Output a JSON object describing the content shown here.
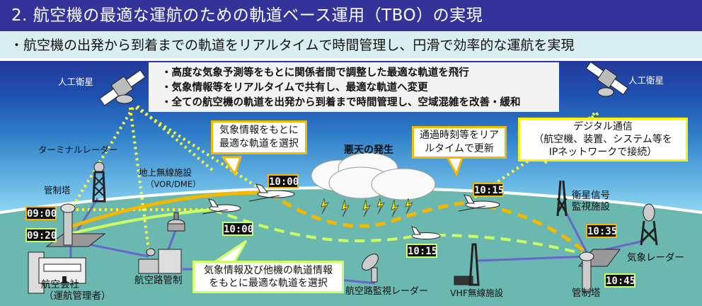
{
  "header": {
    "title": "2. 航空機の最適な運航のための軌道ベース運用（TBO）の実現",
    "subtitle": "・航空機の出発から到着までの軌道をリアルタイムで時間管理し、円滑で効率的な運航を実現"
  },
  "summary_box": {
    "bullets": [
      "・高度な気象予測等をもとに関係者間で調整した最適な軌道を飛行",
      "・気象情報等をリアルタイムで共有し、最適な軌道へ変更",
      "・全ての航空機の軌道を出発から到着まで時間管理し、空域混雑を改善・緩和"
    ]
  },
  "labels": {
    "satellite_left": "人工衛星",
    "satellite_right": "人工衛星",
    "terminal_radar": "ターミナルレーダー",
    "ground_radio_line1": "地上無線施設",
    "ground_radio_line2": "（VOR/DME）",
    "control_tower_left": "管制塔",
    "airline_line1": "航空会社",
    "airline_line2": "（運航管理者）",
    "route_control": "航空路管制",
    "route_surveillance_radar": "航空路監視レーダー",
    "vhf_radio": "VHF無線施設",
    "control_tower_right": "管制塔",
    "satellite_monitor_line1": "衛星信号",
    "satellite_monitor_line2": "監視施設",
    "weather_radar": "気象レーダー",
    "bad_weather": "悪天の発生"
  },
  "callouts": {
    "weather_select": [
      "気象情報をもとに",
      "最適な軌道を選択"
    ],
    "realtime_update": [
      "通過時刻等をリア",
      "ルタイムで更新"
    ],
    "digital_comm": [
      "デジタル通信",
      "（航空機、装置、システム等を",
      "IPネットワークで接続）"
    ],
    "weather_traffic_select": [
      "気象情報及び他機の軌道情報",
      "をもとに最適な軌道を選択"
    ]
  },
  "clocks": {
    "tower_orange": "09:00",
    "tower_green": "09:20",
    "plane1_orange": "10:00",
    "plane1_green": "10:00",
    "plane2_orange": "10:15",
    "plane2_green": "10:15",
    "arrival_orange": "10:35",
    "arrival_green": "10:45"
  },
  "colors": {
    "title_bg": "#333399",
    "subtitle_bg": "#d8eef0",
    "orange_route": "#f5b800",
    "green_route": "#ccff66",
    "network_line": "#6666cc",
    "satellite_link": "#ffff33",
    "ground": "#6ab8b0"
  }
}
